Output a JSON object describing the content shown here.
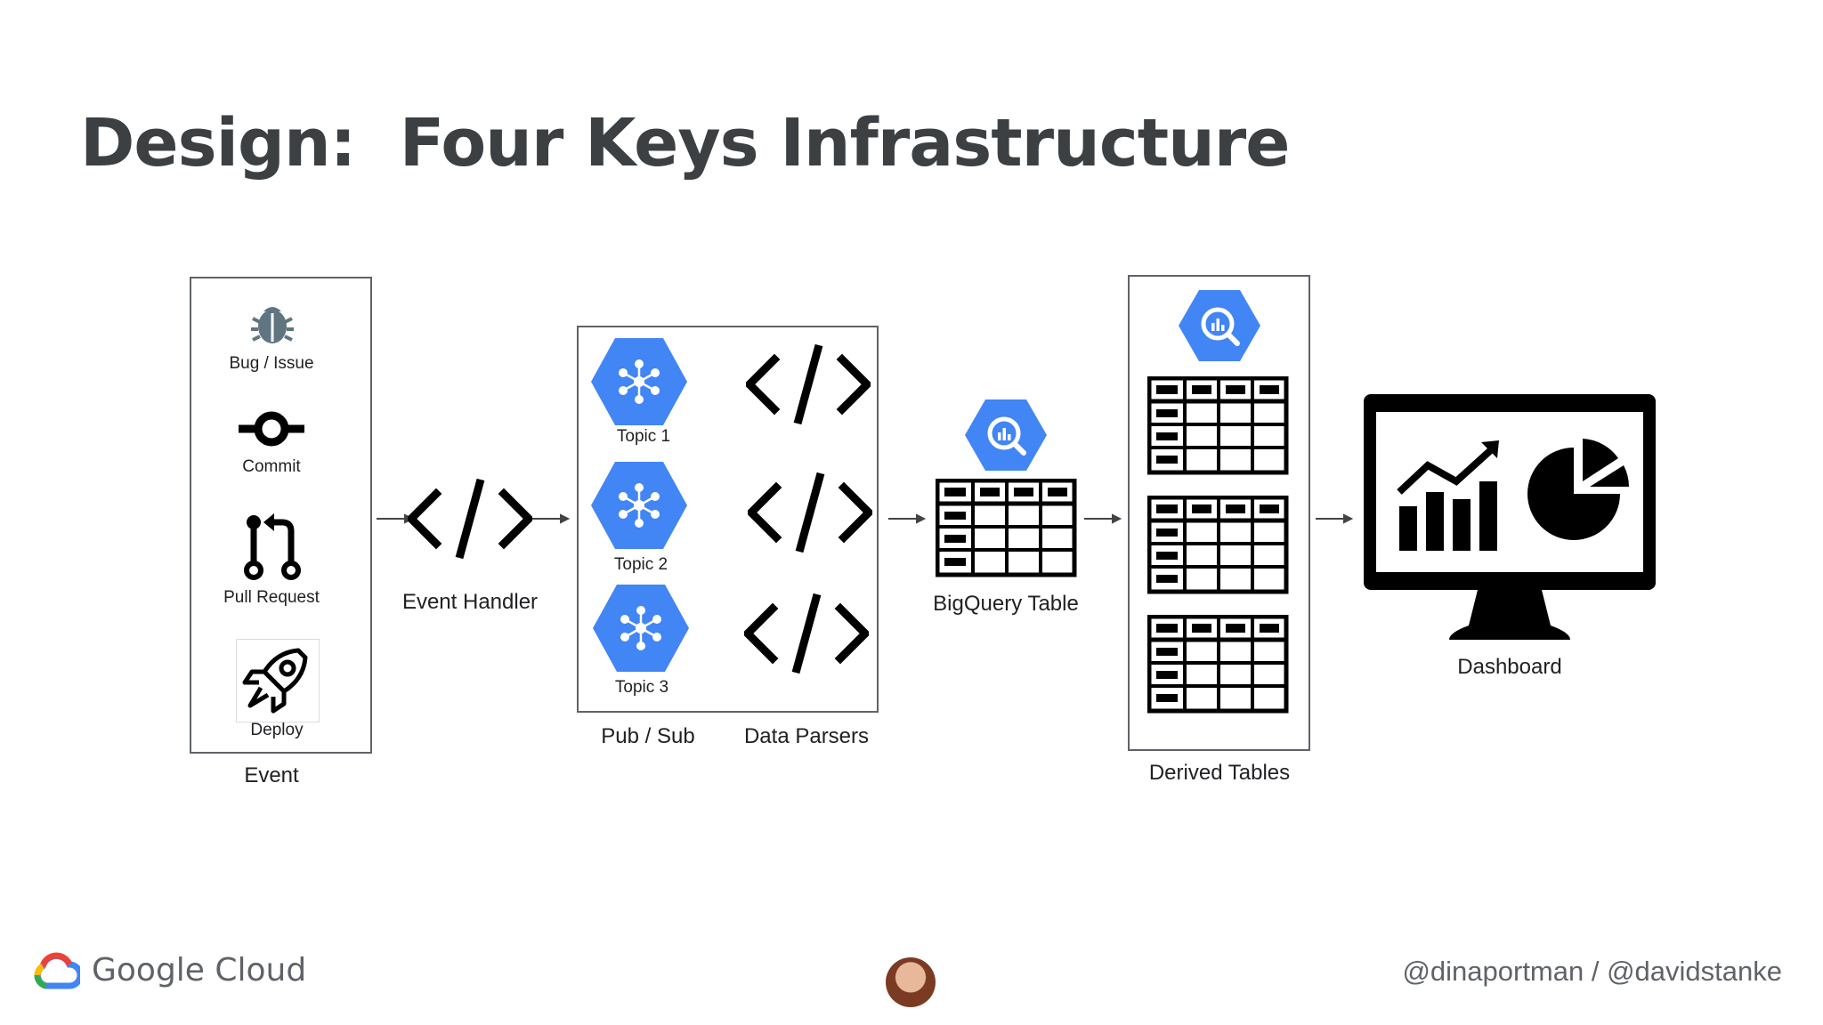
{
  "slide": {
    "title": "Design:  Four Keys Infrastructure"
  },
  "event_box": {
    "items": [
      {
        "label": "Bug / Issue",
        "icon": "bug-icon"
      },
      {
        "label": "Commit",
        "icon": "commit-icon"
      },
      {
        "label": "Pull Request",
        "icon": "pull-request-icon"
      },
      {
        "label": "Deploy",
        "icon": "rocket-icon"
      }
    ],
    "caption": "Event"
  },
  "event_handler": {
    "label": "Event Handler",
    "icon": "code-icon"
  },
  "pubsub_box": {
    "topics": [
      {
        "label": "Topic 1",
        "icon": "pubsub-icon"
      },
      {
        "label": "Topic 2",
        "icon": "pubsub-icon"
      },
      {
        "label": "Topic 3",
        "icon": "pubsub-icon"
      }
    ],
    "caption_pubsub": "Pub / Sub",
    "caption_parsers": "Data Parsers"
  },
  "bigquery": {
    "label": "BigQuery Table",
    "icon": "bigquery-icon"
  },
  "derived": {
    "caption": "Derived Tables",
    "icon": "bigquery-icon"
  },
  "dashboard": {
    "label": "Dashboard",
    "icon": "monitor-chart-icon"
  },
  "footer": {
    "brand": "Google Cloud",
    "handles": "@dinaportman / @davidstanke"
  },
  "colors": {
    "gcp_blue": "#4285f4",
    "title_gray": "#3c4043",
    "border_gray": "#5f6368"
  }
}
